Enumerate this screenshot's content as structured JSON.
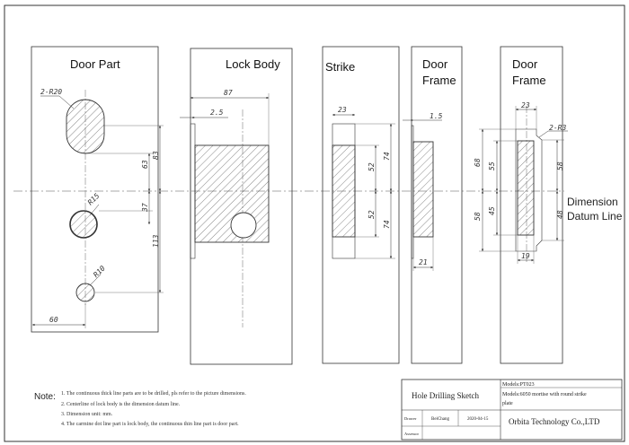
{
  "panels": {
    "door_part": {
      "title": "Door Part",
      "labels": {
        "hole_top": "2-R20",
        "hole_mid": "R15",
        "hole_bot": "R10"
      },
      "dims": {
        "d63": "63",
        "d83": "83",
        "d37": "37",
        "d113": "113",
        "d60": "60"
      }
    },
    "lock_body": {
      "title": "Lock Body",
      "dims": {
        "d87": "87",
        "d2_5": "2.5"
      }
    },
    "strike": {
      "title": "Strike",
      "dims": {
        "d23": "23",
        "d52a": "52",
        "d74a": "74",
        "d52b": "52",
        "d74b": "74"
      }
    },
    "door_frame_1": {
      "title_line1": "Door",
      "title_line2": "Frame",
      "dims": {
        "d1_5": "1.5",
        "d21": "21"
      }
    },
    "door_frame_2": {
      "title_line1": "Door",
      "title_line2": "Frame",
      "dims": {
        "d23": "23",
        "r3": "2-R3",
        "d68": "68",
        "d55": "55",
        "d58a": "58",
        "d58b": "58",
        "d45": "45",
        "d48": "48",
        "d19": "19"
      }
    }
  },
  "datum": {
    "line1": "Dimension",
    "line2": "Datum Line"
  },
  "note": {
    "label": "Note:",
    "lines": [
      "1. The continuous thick line parts are to be drilled, pls refer to the picture dimensions.",
      "2. Centerline of lock body is the dimension datum line.",
      "3. Dimension unit: mm.",
      "4. The carmine dot line part is lock body, the continuous thin line part is door part."
    ]
  },
  "title_block": {
    "title": "Hole Drilling Sketch",
    "models": "Models:PT023",
    "models2_line1": "Models:6050 mortise with round strike",
    "models2_line2": "plate",
    "drawer_label": "Drawer",
    "drawer_name": "BeiChang",
    "date": "2020-04-15",
    "company": "Orbita Technology Co.,LTD",
    "assessor_label": "Assessor"
  }
}
